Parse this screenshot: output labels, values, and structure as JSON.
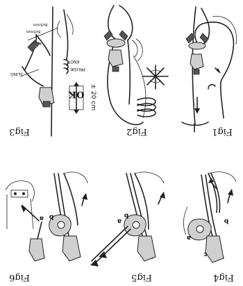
{
  "figures": {
    "fig1": {
      "caption": "Fig1"
    },
    "fig2": {
      "caption": "Fig2"
    },
    "fig3": {
      "caption": "Fig3",
      "label_prusik": "PRUSIK",
      "label_knot": "KNOT",
      "label_sling": "SLING",
      "label_length": "8x5mm",
      "label_sling_len": "8x5mm",
      "ok": "OK",
      "distance": "± 20 cm"
    },
    "fig4": {
      "caption": "Fig4",
      "letter_a": "a",
      "letter_b": "b",
      "letter_c": "c"
    },
    "fig5": {
      "caption": "Fig5",
      "letter_a": "a",
      "letter_b": "b"
    },
    "fig6": {
      "caption": "Fig6",
      "letter_a": "a",
      "letter_b": "b"
    }
  }
}
